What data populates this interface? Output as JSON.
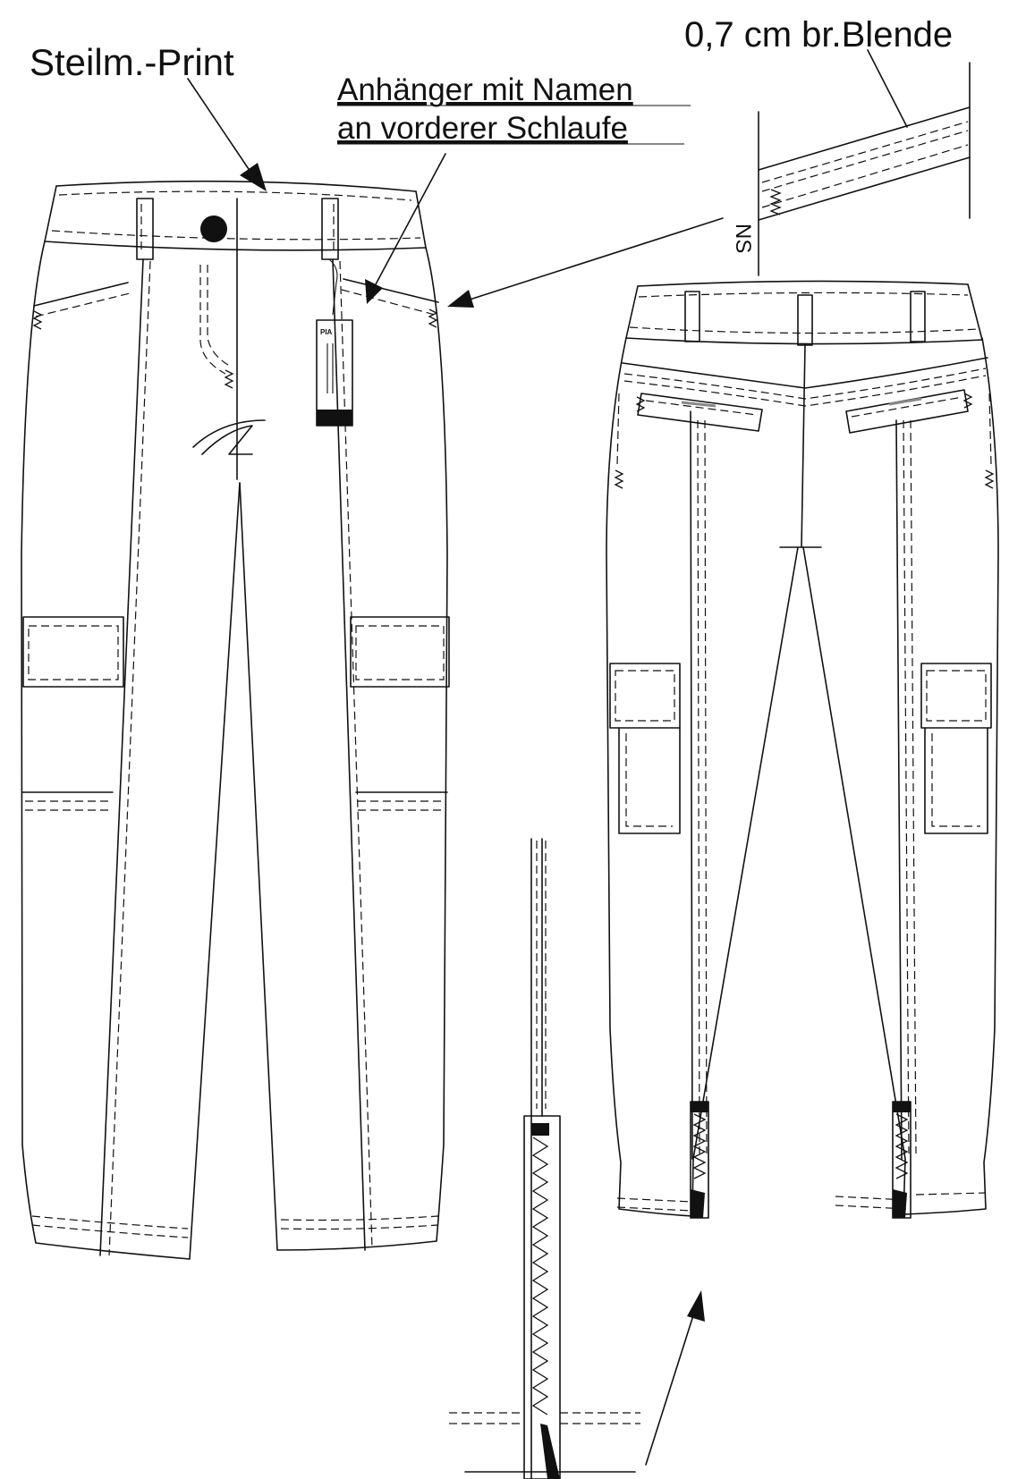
{
  "labels": {
    "steilm_print": "Steilm.-Print",
    "anhaenger_line1": "Anhänger mit Namen",
    "anhaenger_line2": "an vorderer Schlaufe",
    "blende": "0,7 cm br.Blende",
    "ns": "NS"
  },
  "hangtag": {
    "brand": "PIA"
  }
}
